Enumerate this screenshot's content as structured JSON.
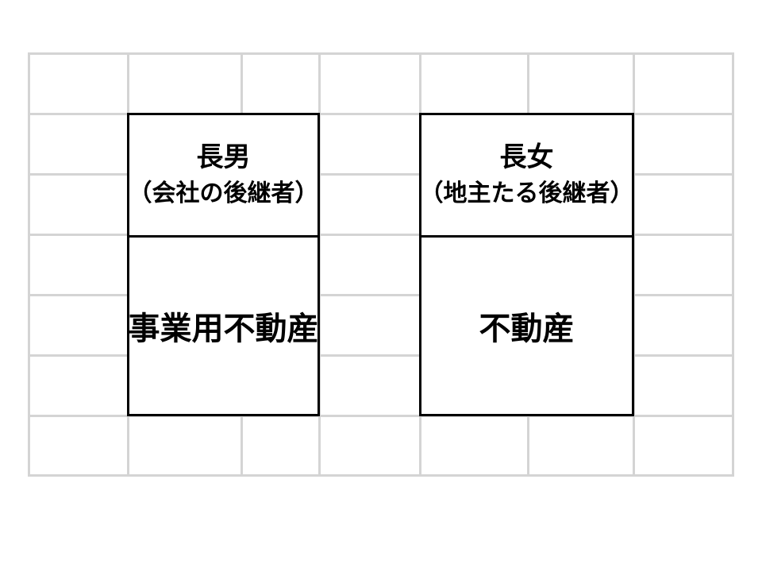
{
  "colors": {
    "gridline": "#d4d4d4",
    "box_border": "#000000",
    "text": "#000000",
    "background": "#ffffff"
  },
  "boxes": {
    "left": {
      "heading_line1": "長男",
      "heading_line2": "（会社の後継者）",
      "body": "事業用不動産"
    },
    "right": {
      "heading_line1": "長女",
      "heading_line2": "（地主たる後継者）",
      "body": "不動産"
    }
  }
}
